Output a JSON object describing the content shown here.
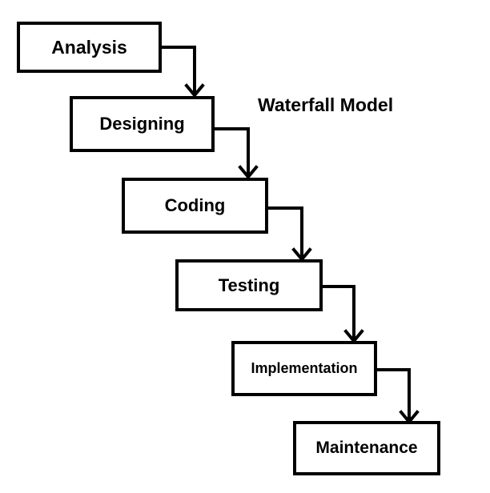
{
  "diagram": {
    "title": "Waterfall Model",
    "stroke_color": "#000000",
    "background_color": "#ffffff",
    "steps": [
      {
        "label": "Analysis"
      },
      {
        "label": "Designing"
      },
      {
        "label": "Coding"
      },
      {
        "label": "Testing"
      },
      {
        "label": "Implementation"
      },
      {
        "label": "Maintenance"
      }
    ]
  }
}
